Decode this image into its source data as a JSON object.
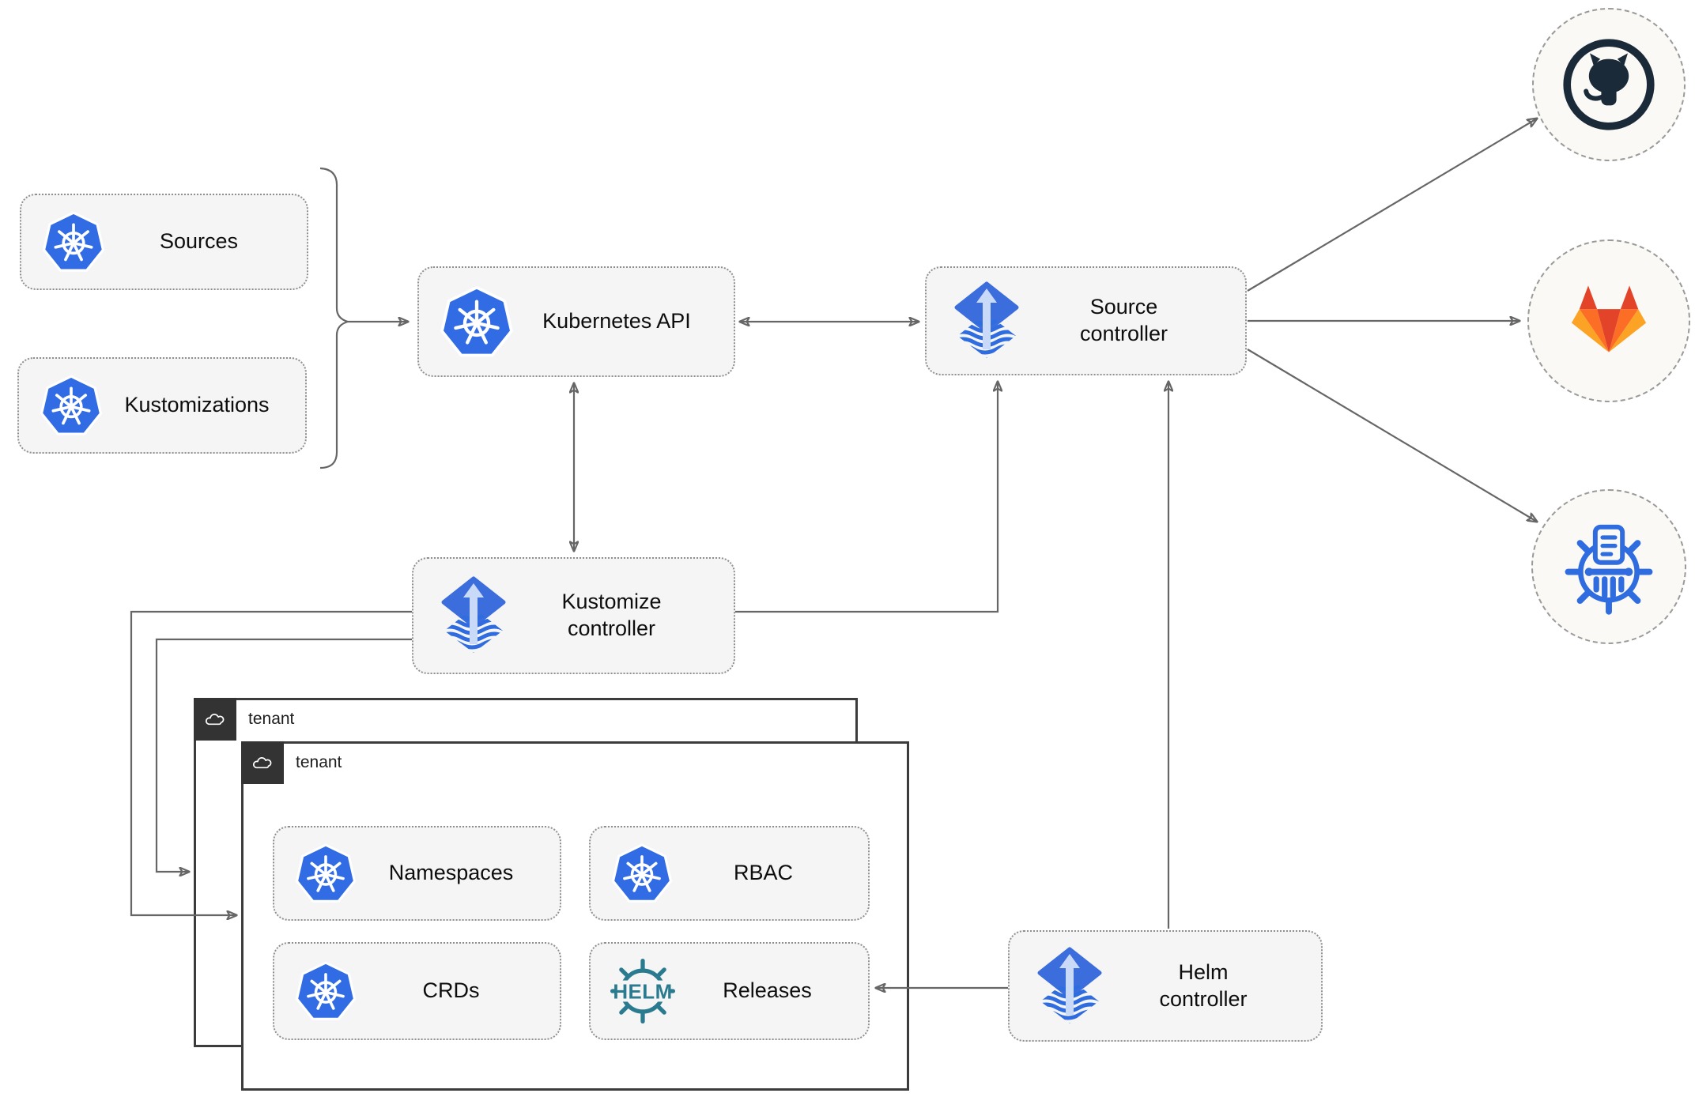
{
  "diagram": {
    "title_hint": "Flux GitOps multi-tenancy architecture",
    "nodes": {
      "sources": {
        "label": "Sources",
        "icon": "kubernetes"
      },
      "kustomizations": {
        "label": "Kustomizations",
        "icon": "kubernetes"
      },
      "kubernetes_api": {
        "label": "Kubernetes API",
        "icon": "kubernetes"
      },
      "source_controller": {
        "label": "Source controller",
        "icon": "flux"
      },
      "kustomize_controller": {
        "label": "Kustomize controller",
        "icon": "flux"
      },
      "helm_controller": {
        "label": "Helm controller",
        "icon": "flux"
      },
      "namespaces": {
        "label": "Namespaces",
        "icon": "kubernetes"
      },
      "rbac": {
        "label": "RBAC",
        "icon": "kubernetes"
      },
      "crds": {
        "label": "CRDs",
        "icon": "kubernetes"
      },
      "releases": {
        "label": "Releases",
        "icon": "helm"
      }
    },
    "frames": {
      "outer": {
        "label": "tenant",
        "icon": "cloud"
      },
      "inner": {
        "label": "tenant",
        "icon": "cloud"
      }
    },
    "endpoints": {
      "github": {
        "icon": "github"
      },
      "gitlab": {
        "icon": "gitlab"
      },
      "chartmuseum": {
        "icon": "chartmuseum"
      }
    },
    "icons": {
      "helm_text": "HELM"
    },
    "edges": [
      {
        "from": "sources+kustomizations (brace)",
        "to": "kubernetes_api",
        "type": "arrow"
      },
      {
        "from": "kubernetes_api",
        "to": "source_controller",
        "type": "bidirectional"
      },
      {
        "from": "kubernetes_api",
        "to": "kustomize_controller",
        "type": "bidirectional"
      },
      {
        "from": "kustomize_controller",
        "to": "source_controller",
        "type": "arrow"
      },
      {
        "from": "kustomize_controller",
        "to": "tenant_outer",
        "type": "arrow"
      },
      {
        "from": "kustomize_controller",
        "to": "tenant_inner",
        "type": "arrow"
      },
      {
        "from": "helm_controller",
        "to": "source_controller",
        "type": "arrow"
      },
      {
        "from": "helm_controller",
        "to": "releases",
        "type": "arrow"
      },
      {
        "from": "source_controller",
        "to": "github",
        "type": "arrow"
      },
      {
        "from": "source_controller",
        "to": "gitlab",
        "type": "arrow"
      },
      {
        "from": "source_controller",
        "to": "chartmuseum",
        "type": "arrow"
      }
    ],
    "colors": {
      "kubernetes_blue": "#326CE5",
      "flux_blue": "#3B6EDC",
      "flux_light_arrow": "#C9D9F8",
      "helm_teal": "#2B7B90",
      "github_dark": "#1B2A38",
      "gitlab_red": "#E24329",
      "gitlab_orange": "#FC6D26",
      "gitlab_light_orange": "#FCA326",
      "chartmuseum_blue": "#2F6CE0",
      "connector_gray": "#666666",
      "node_fill": "#F5F5F5",
      "frame_dark": "#333333"
    }
  }
}
